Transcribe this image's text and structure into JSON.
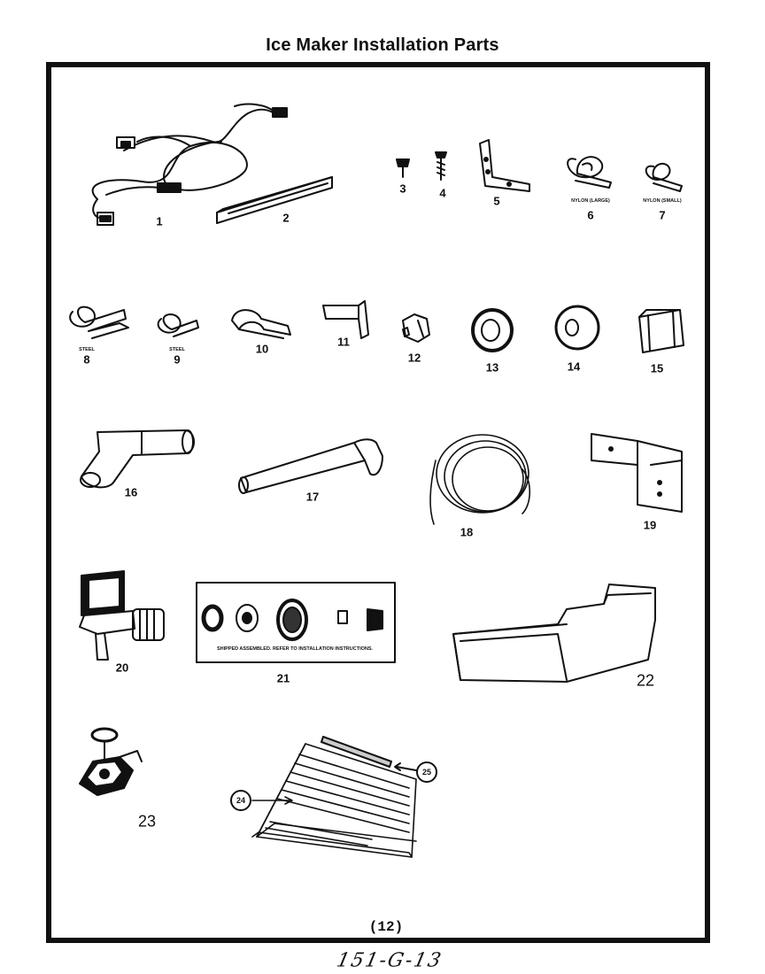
{
  "title": "Ice Maker Installation Parts",
  "page_number": "(12)",
  "handwritten_code": "151-G-13",
  "install_note": "SHIPPED ASSEMBLED. REFER TO INSTALLATION INSTRUCTIONS.",
  "parts": [
    {
      "num": "1"
    },
    {
      "num": "2"
    },
    {
      "num": "3"
    },
    {
      "num": "4"
    },
    {
      "num": "5"
    },
    {
      "num": "6",
      "sub": "NYLON (LARGE)"
    },
    {
      "num": "7",
      "sub": "NYLON (SMALL)"
    },
    {
      "num": "8",
      "sub": "STEEL"
    },
    {
      "num": "9",
      "sub": "STEEL"
    },
    {
      "num": "10"
    },
    {
      "num": "11"
    },
    {
      "num": "12"
    },
    {
      "num": "13"
    },
    {
      "num": "14"
    },
    {
      "num": "15"
    },
    {
      "num": "16"
    },
    {
      "num": "17"
    },
    {
      "num": "18"
    },
    {
      "num": "19"
    },
    {
      "num": "20"
    },
    {
      "num": "21"
    },
    {
      "num": "22"
    },
    {
      "num": "23"
    },
    {
      "num": "24"
    },
    {
      "num": "25"
    }
  ]
}
